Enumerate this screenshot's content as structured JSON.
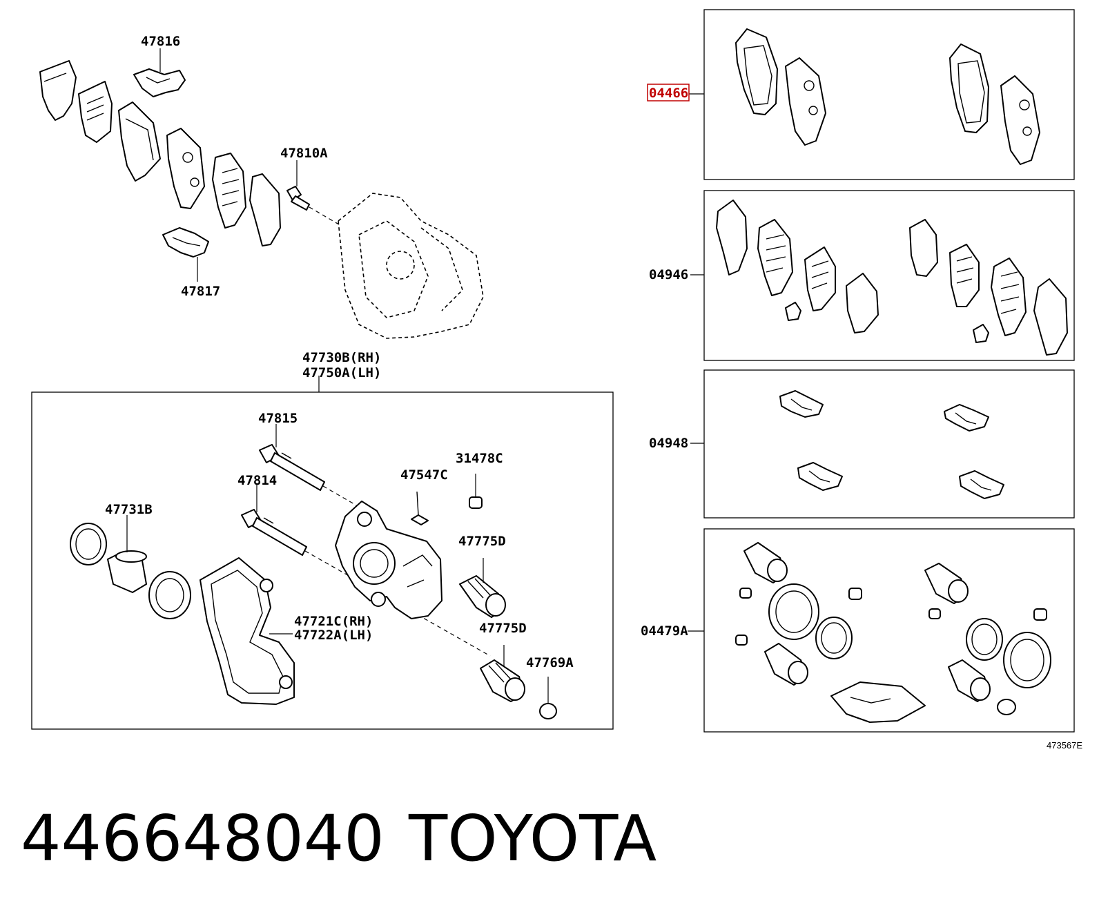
{
  "labels": {
    "p47816": "47816",
    "p47810A": "47810A",
    "p47817": "47817",
    "p47730B": "47730B(RH)",
    "p47750A": "47750A(LH)",
    "p47815": "47815",
    "p47814": "47814",
    "p47547C": "47547C",
    "p31478C": "31478C",
    "p47731B": "47731B",
    "p47775D_a": "47775D",
    "p47775D_b": "47775D",
    "p47721C": "47721C(RH)",
    "p47722A": "47722A(LH)",
    "p47769A": "47769A",
    "k04466": "04466",
    "k04946": "04946",
    "k04948": "04948",
    "k04479A": "04479A"
  },
  "diagram_code": "473567E",
  "footer": {
    "part_number": "446648040",
    "brand": "TOYOTA"
  },
  "colors": {
    "highlight": "#c00000",
    "ink": "#000000",
    "background": "#ffffff"
  }
}
